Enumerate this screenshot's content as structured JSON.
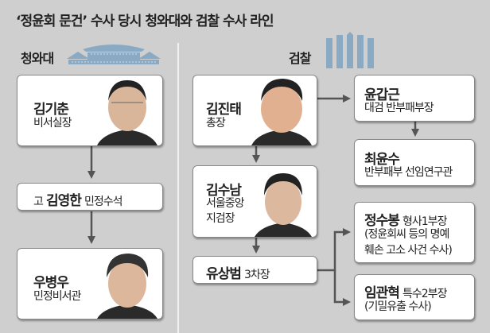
{
  "title": "‘정윤회 문건’ 수사 당시 청와대와 검찰 수사 라인",
  "colors": {
    "icon": "#8aaac4",
    "arrow": "#555555",
    "background": "#cfcfcf"
  },
  "blue_house": {
    "label": "청와대",
    "icon": "blue-house-icon",
    "people": [
      {
        "name": "김기춘",
        "role": "비서실장"
      },
      {
        "prefix": "고",
        "name": "김영한",
        "role": "민정수석"
      },
      {
        "name": "우병우",
        "role": "민정비서관"
      }
    ]
  },
  "prosecution": {
    "label": "검찰",
    "icon": "prosecution-pillars-icon",
    "people": [
      {
        "name": "김진태",
        "role": "총장"
      },
      {
        "name": "김수남",
        "role_line1": "서울중앙",
        "role_line2": "지검장"
      },
      {
        "name": "유상범",
        "role": "3차장"
      },
      {
        "name": "윤갑근",
        "role": "대검 반부패부장"
      },
      {
        "name": "최윤수",
        "role": "반부패부 선임연구관"
      },
      {
        "name": "정수봉",
        "role": "형사1부장",
        "note_line1": "(정윤회씨 등의 명예",
        "note_line2": "훼손 고소 사건 수사)"
      },
      {
        "name": "임관혁",
        "role": "특수2부장",
        "note_line1": "(기밀유출 수사)"
      }
    ]
  }
}
